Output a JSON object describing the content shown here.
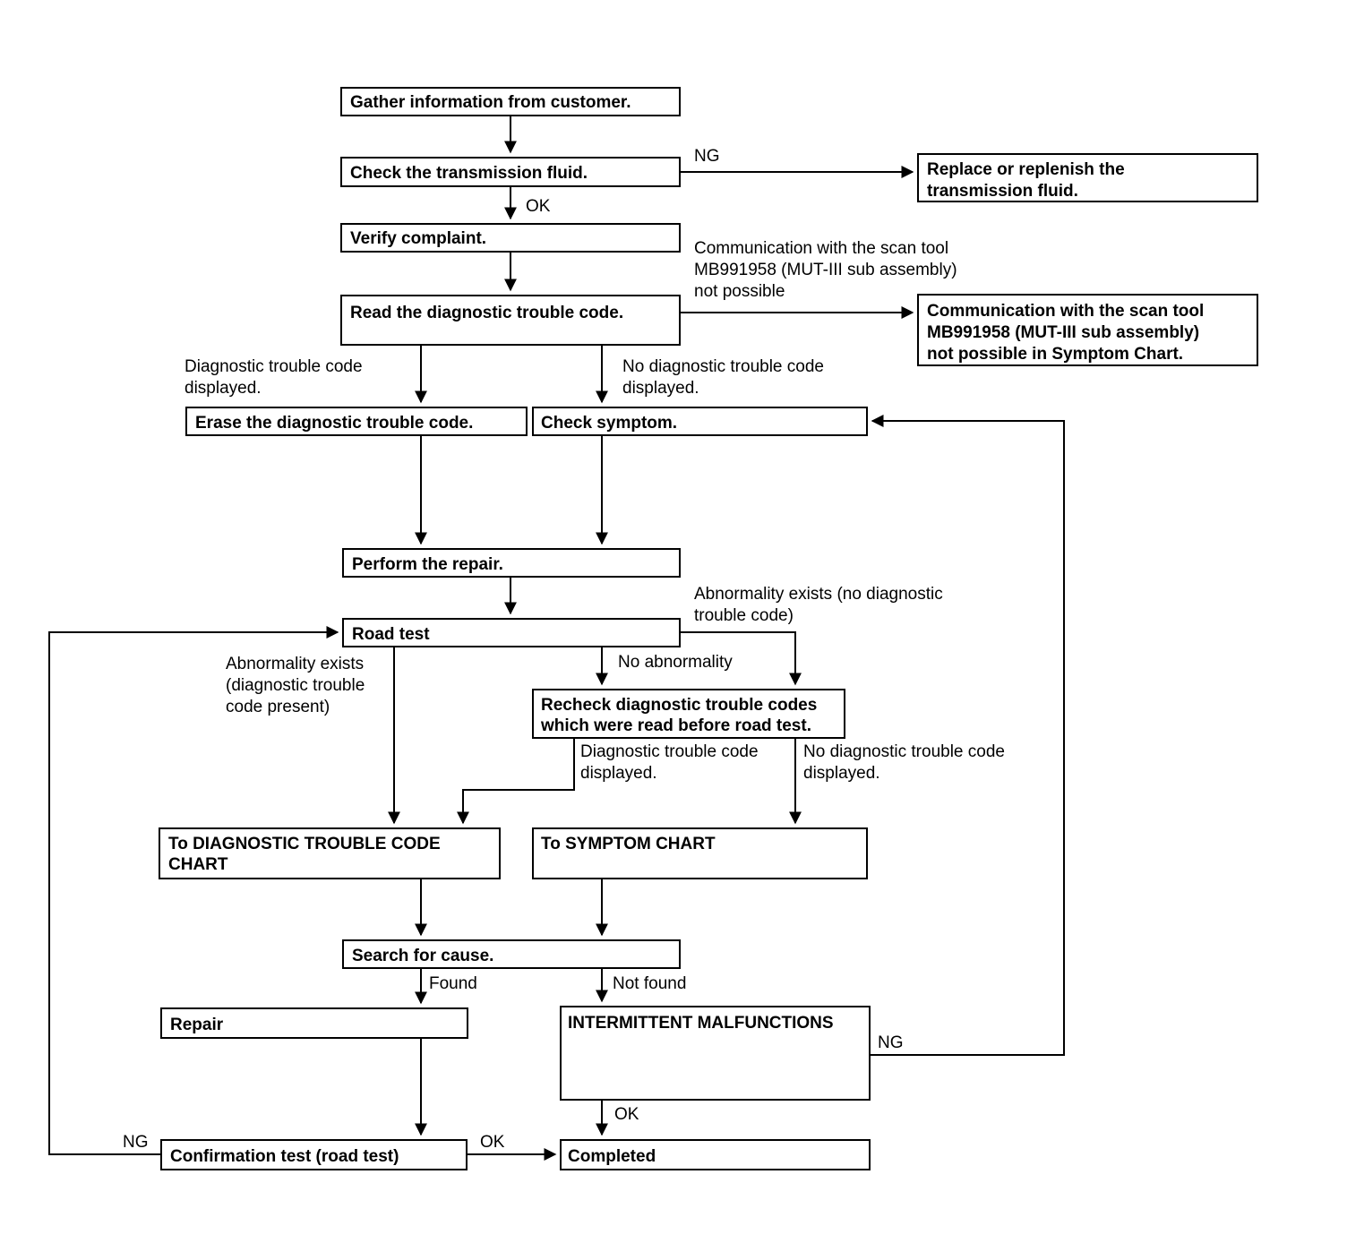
{
  "diagram": {
    "title": "Transmission diagnostic troubleshooting flowchart",
    "colors": {
      "line": "#000000",
      "box_fill": "#ffffff",
      "text": "#000000"
    },
    "nodes": {
      "gather": "Gather information from customer.",
      "check_fluid": "Check the  transmission fluid.",
      "replace_fluid_l1": "Replace or replenish the",
      "replace_fluid_l2": "transmission fluid.",
      "verify": "Verify complaint.",
      "read_dtc": "Read the diagnostic trouble code.",
      "comm_box_l1": "Communication with the scan tool",
      "comm_box_l2": "MB991958 (MUT-III sub assembly)",
      "comm_box_l3": "not possible in Symptom Chart.",
      "erase_dtc": "Erase the diagnostic trouble code.",
      "check_symptom": "Check symptom.",
      "perform_repair": "Perform the repair.",
      "road_test": "Road test",
      "recheck_l1": "Recheck diagnostic trouble codes",
      "recheck_l2": "which were read before road test.",
      "to_dtc_chart_l1": "To DIAGNOSTIC TROUBLE CODE",
      "to_dtc_chart_l2": "CHART",
      "to_symptom_chart": "To SYMPTOM CHART",
      "search_cause": "Search for cause.",
      "repair": "Repair",
      "intermittent": "INTERMITTENT MALFUNCTIONS",
      "confirmation_test": "Confirmation test (road test)",
      "completed": "Completed"
    },
    "edge_labels": {
      "ng_fluid": "NG",
      "ok_fluid": "OK",
      "comm_note_l1": "Communication with the scan tool",
      "comm_note_l2": "MB991958 (MUT-III sub assembly)",
      "comm_note_l3": "not possible",
      "dtc_displayed_l1": "Diagnostic trouble code",
      "dtc_displayed_l2": "displayed.",
      "no_dtc_displayed_l1": "No diagnostic trouble code",
      "no_dtc_displayed_l2": "displayed.",
      "abnormality_nodtc_l1": "Abnormality exists (no diagnostic",
      "abnormality_nodtc_l2": "trouble code)",
      "abnormality_dtc_l1": "Abnormality exists",
      "abnormality_dtc_l2": "(diagnostic trouble",
      "abnormality_dtc_l3": "code present)",
      "no_abnormality": "No abnormality",
      "recheck_dtc_displayed_l1": "Diagnostic trouble code",
      "recheck_dtc_displayed_l2": "displayed.",
      "recheck_no_dtc_l1": "No diagnostic trouble code",
      "recheck_no_dtc_l2": "displayed.",
      "found": "Found",
      "not_found": "Not found",
      "ng_intermittent": "NG",
      "ok_intermittent": "OK",
      "ok_confirm": "OK",
      "ng_confirm": "NG"
    }
  }
}
